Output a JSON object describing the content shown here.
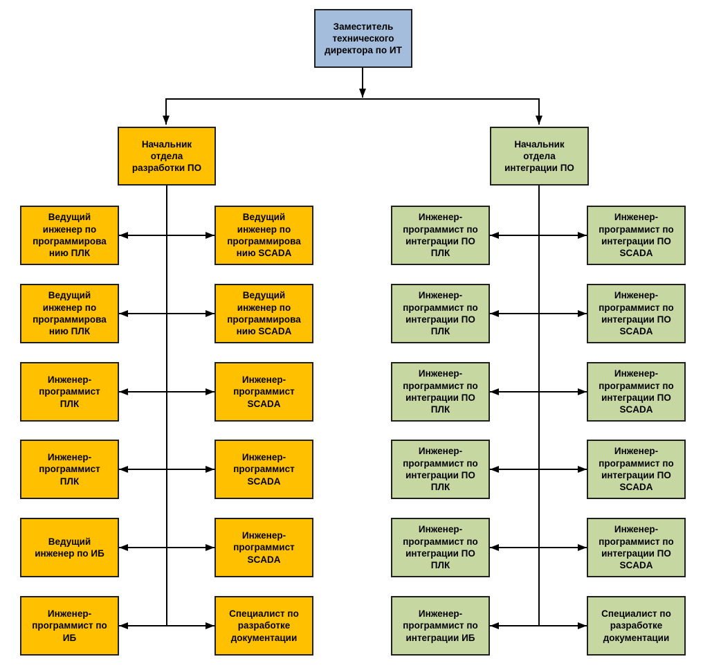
{
  "colors": {
    "root-fill": "#A4BDDC",
    "dev-fill": "#FFC000",
    "int-fill": "#C7D7A2",
    "box-border": "#1F1F1F",
    "line": "#000000",
    "text": "#000000",
    "bg": "#FFFFFF"
  },
  "root": {
    "label": "Заместитель\nтехнического\nдиректора по ИТ"
  },
  "dev": {
    "head": "Начальник\nотдела\nразработки ПО",
    "rows": [
      {
        "left": "Ведущий\nинженер по\nпрограммирова\nнию ПЛК",
        "right": "Ведущий\nинженер по\nпрограммирова\nнию SCADA"
      },
      {
        "left": "Ведущий\nинженер по\nпрограммирова\nнию ПЛК",
        "right": "Ведущий\nинженер по\nпрограммирова\nнию SCADA"
      },
      {
        "left": "Инженер-\nпрограммист\nПЛК",
        "right": "Инженер-\nпрограммист\nSCADA"
      },
      {
        "left": "Инженер-\nпрограммист\nПЛК",
        "right": "Инженер-\nпрограммист\nSCADA"
      },
      {
        "left": "Ведущий\nинженер по ИБ",
        "right": "Инженер-\nпрограммист\nSCADA"
      },
      {
        "left": "Инженер-\nпрограммист по\nИБ",
        "right": "Специалист по\nразработке\nдокументации"
      }
    ]
  },
  "int": {
    "head": "Начальник\nотдела\nинтеграции ПО",
    "rows": [
      {
        "left": "Инженер-\nпрограммист по\nинтеграции ПО\nПЛК",
        "right": "Инженер-\nпрограммист по\nинтеграции ПО\nSCADA"
      },
      {
        "left": "Инженер-\nпрограммист по\nинтеграции ПО\nПЛК",
        "right": "Инженер-\nпрограммист по\nинтеграции ПО\nSCADA"
      },
      {
        "left": "Инженер-\nпрограммист по\nинтеграции ПО\nПЛК",
        "right": "Инженер-\nпрограммист по\nинтеграции ПО\nSCADA"
      },
      {
        "left": "Инженер-\nпрограммист по\nинтеграции ПО\nПЛК",
        "right": "Инженер-\nпрограммист по\nинтеграции ПО\nSCADA"
      },
      {
        "left": "Инженер-\nпрограммист по\nинтеграции ПО\nПЛК",
        "right": "Инженер-\nпрограммист по\nинтеграции ПО\nSCADA"
      },
      {
        "left": "Инженер-\nпрограммист по\nинтеграции ИБ",
        "right": "Специалист по\nразработке\nдокументации"
      }
    ]
  }
}
